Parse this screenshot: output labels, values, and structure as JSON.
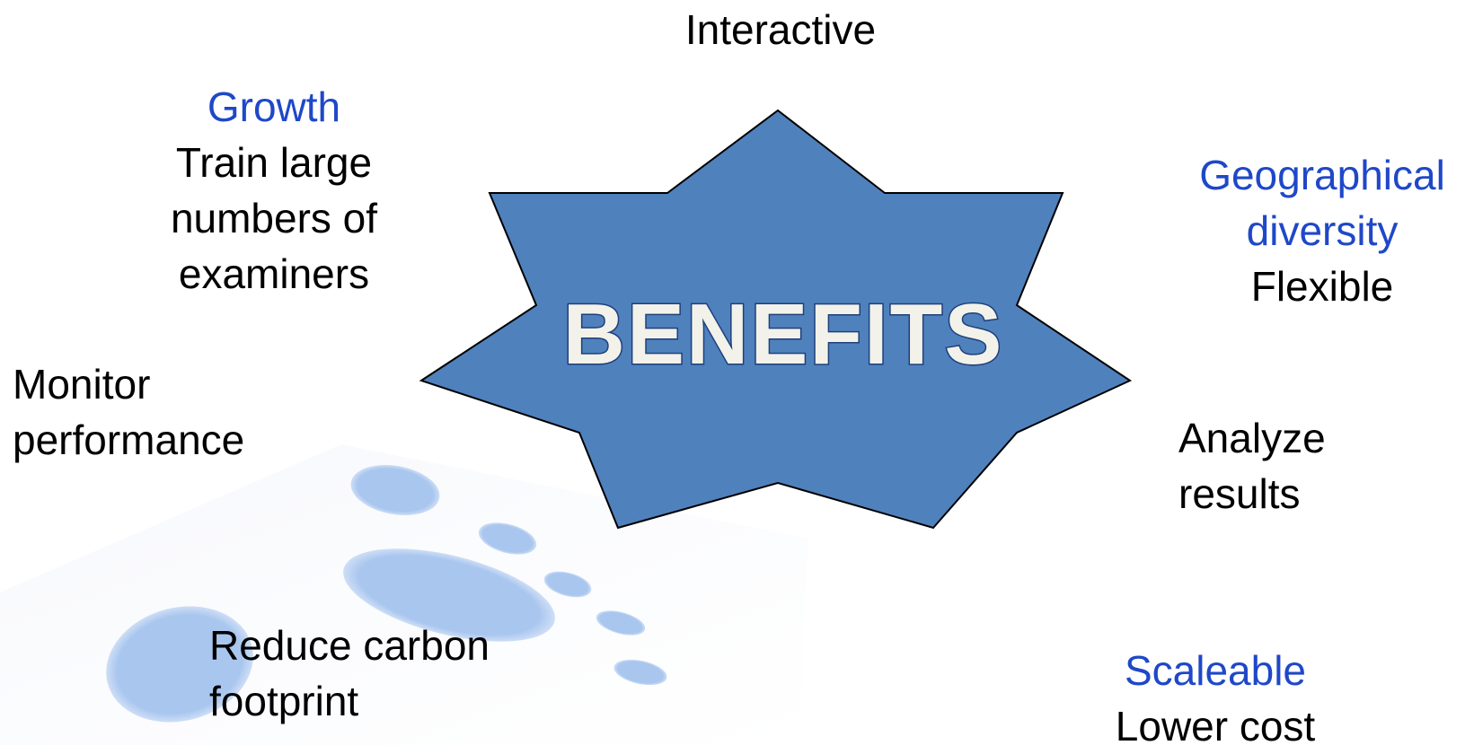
{
  "center": {
    "title": "BENEFITS"
  },
  "benefits": {
    "interactive": {
      "label": "Interactive"
    },
    "growth": {
      "heading": "Growth",
      "lines": [
        "Train large",
        "numbers of",
        "examiners"
      ]
    },
    "geographical": {
      "heading_lines": [
        "Geographical",
        "diversity"
      ],
      "detail": "Flexible"
    },
    "monitor": {
      "lines": [
        "Monitor",
        "performance"
      ]
    },
    "analyze": {
      "lines": [
        "Analyze",
        "results"
      ]
    },
    "carbon": {
      "lines": [
        "Reduce carbon",
        "footprint"
      ]
    },
    "scaleable": {
      "heading": "Scaleable",
      "detail": "Lower cost"
    }
  },
  "colors": {
    "star_fill": "#4f81bd",
    "star_stroke": "#000000",
    "heading_blue": "#1f48c8",
    "footprint_blue": "#a9c6ef",
    "title_fill": "#f2f2ea",
    "title_stroke": "#1f3f7a"
  },
  "icons": {
    "star": "eight-point-star-shape",
    "footprint": "footprint-illustration"
  }
}
